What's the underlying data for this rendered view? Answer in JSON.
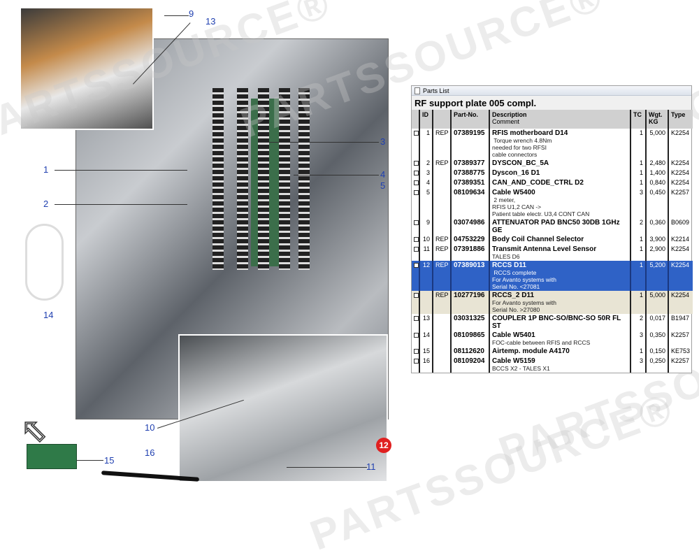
{
  "watermark": "PARTSSOURCE®",
  "callouts": [
    "9",
    "13",
    "1",
    "2",
    "3",
    "4",
    "5",
    "14",
    "10",
    "11",
    "12",
    "15",
    "16"
  ],
  "panel": {
    "window_title": "Parts List",
    "title": "RF support plate 005 compl.",
    "headers": {
      "id": "ID",
      "rep": "",
      "part": "Part-No.",
      "desc": "Description",
      "comment": "Comment",
      "tc": "TC",
      "wgt": "Wgt.",
      "wgt_unit": "KG",
      "type": "Type"
    },
    "rows": [
      {
        "id": "1",
        "rep": "REP",
        "part": "07389195",
        "desc": "RFIS motherboard D14",
        "comment": [
          " Torque wrench 4.8Nm",
          "needed for two RFSI",
          "cable connectors"
        ],
        "tc": "1",
        "wgt": "5,000",
        "type": "K2254"
      },
      {
        "id": "2",
        "rep": "REP",
        "part": "07389377",
        "desc": "DYSCON_BC_5A",
        "comment": [],
        "tc": "1",
        "wgt": "2,480",
        "type": "K2254"
      },
      {
        "id": "3",
        "rep": "",
        "part": "07388775",
        "desc": "Dyscon_16 D1",
        "comment": [],
        "tc": "1",
        "wgt": "1,400",
        "type": "K2254"
      },
      {
        "id": "4",
        "rep": "",
        "part": "07389351",
        "desc": "CAN_AND_CODE_CTRL D2",
        "comment": [],
        "tc": "1",
        "wgt": "0,840",
        "type": "K2254"
      },
      {
        "id": "5",
        "rep": "",
        "part": "08109634",
        "desc": "Cable W5400",
        "comment": [
          " 2 meter,",
          "RFIS U1,2 CAN ->",
          "Patient table electr. U3,4 CONT CAN"
        ],
        "tc": "3",
        "wgt": "0,450",
        "type": "K2257"
      },
      {
        "id": "9",
        "rep": "",
        "part": "03074986",
        "desc": "ATTENUATOR PAD BNC50 30DB 1GHz GE",
        "comment": [],
        "tc": "2",
        "wgt": "0,360",
        "type": "B0609"
      },
      {
        "id": "10",
        "rep": "REP",
        "part": "04753229",
        "desc": "Body Coil Channel Selector",
        "comment": [],
        "tc": "1",
        "wgt": "3,900",
        "type": "K2214"
      },
      {
        "id": "11",
        "rep": "REP",
        "part": "07391886",
        "desc": "Transmit Antenna Level Sensor",
        "comment": [
          "TALES D6"
        ],
        "tc": "1",
        "wgt": "2,900",
        "type": "K2254"
      },
      {
        "id": "12",
        "rep": "REP",
        "part": "07389013",
        "desc": "RCCS D11",
        "comment": [
          " RCCS complete",
          "For Avanto systems with",
          "Serial No. <27081"
        ],
        "tc": "1",
        "wgt": "5,200",
        "type": "K2254",
        "state": "sel"
      },
      {
        "id": "",
        "rep": "REP",
        "part": "10277196",
        "desc": "RCCS_2 D11",
        "comment": [
          "For Avanto systems with",
          "Serial No. >27080"
        ],
        "tc": "1",
        "wgt": "5,000",
        "type": "K2254",
        "state": "alt"
      },
      {
        "id": "13",
        "rep": "",
        "part": "03031325",
        "desc": "COUPLER 1P BNC-SO/BNC-SO 50R FL ST",
        "comment": [],
        "tc": "2",
        "wgt": "0,017",
        "type": "B1947"
      },
      {
        "id": "14",
        "rep": "",
        "part": "08109865",
        "desc": "Cable W5401",
        "comment": [
          "FOC-cable between RFIS and RCCS"
        ],
        "tc": "3",
        "wgt": "0,350",
        "type": "K2257"
      },
      {
        "id": "15",
        "rep": "",
        "part": "08112620",
        "desc": "Airtemp. module A4170",
        "comment": [],
        "tc": "1",
        "wgt": "0,150",
        "type": "KE753"
      },
      {
        "id": "16",
        "rep": "",
        "part": "08109204",
        "desc": "Cable W5159",
        "comment": [
          "BCCS X2 - TALES X1"
        ],
        "tc": "3",
        "wgt": "0,250",
        "type": "K2257"
      }
    ]
  },
  "colors": {
    "selected_row": "#2f62c6",
    "alt_row": "#e8e4d4",
    "callout": "#1f3fb0",
    "highlight_badge": "#e02020"
  }
}
